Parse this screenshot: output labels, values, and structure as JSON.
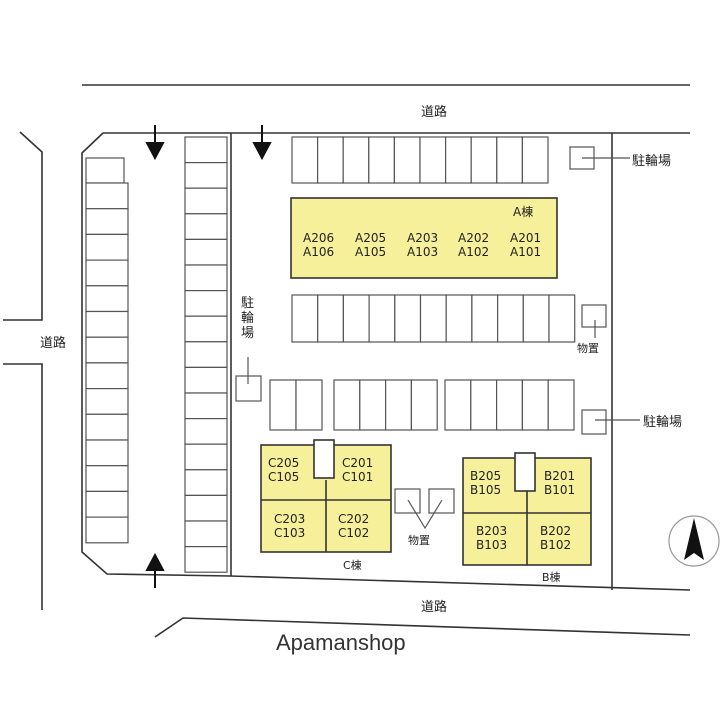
{
  "roads": {
    "top": "道路",
    "left": "道路",
    "bottom": "道路"
  },
  "bicycle_parking_label": "駐輪場",
  "bicycle_parking_vertical": [
    "駐",
    "輪",
    "場"
  ],
  "storage_label": "物置",
  "building_a": {
    "label": "A棟",
    "units": [
      [
        "A206",
        "A106"
      ],
      [
        "A205",
        "A105"
      ],
      [
        "A203",
        "A103"
      ],
      [
        "A202",
        "A102"
      ],
      [
        "A201",
        "A101"
      ]
    ]
  },
  "building_b": {
    "label": "B棟",
    "units": [
      [
        "B205",
        "B105"
      ],
      [
        "B201",
        "B101"
      ],
      [
        "B203",
        "B103"
      ],
      [
        "B202",
        "B102"
      ]
    ]
  },
  "building_c": {
    "label": "C棟",
    "units": [
      [
        "C205",
        "C105"
      ],
      [
        "C201",
        "C101"
      ],
      [
        "C203",
        "C103"
      ],
      [
        "C202",
        "C102"
      ]
    ]
  },
  "watermark": "Apamanshop",
  "colors": {
    "building": "#f7f09a",
    "line": "#333333"
  }
}
